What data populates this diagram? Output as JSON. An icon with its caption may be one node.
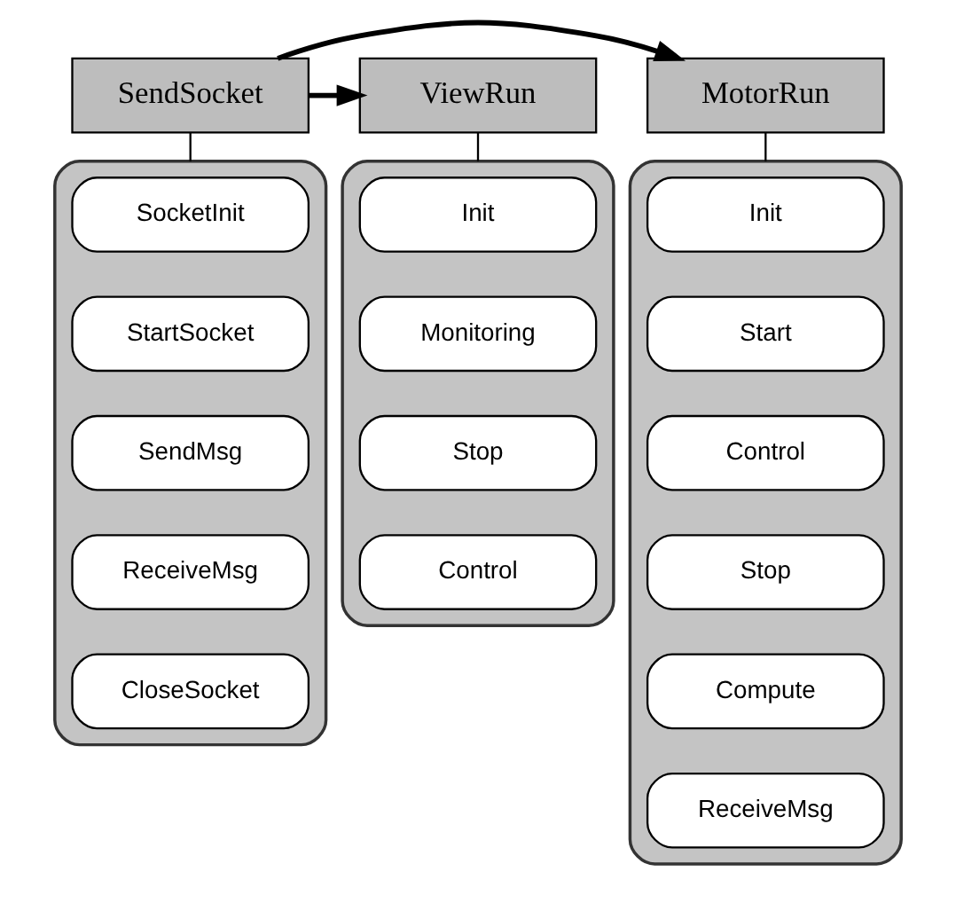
{
  "diagram": {
    "nodes": [
      {
        "text": [
          "SendSocket"
        ]
      },
      {
        "text": [
          "MotorRun"
        ]
      },
      {
        "text": [
          "ViewRun"
        ]
      },
      {
        "text": [],
        "shape": "box"
      },
      {
        "text": [
          "SocketInit"
        ],
        "in": 3
      },
      {
        "text": [
          "StartSocket"
        ],
        "in": 3
      },
      {
        "text": [
          "SendMsg"
        ],
        "in": 3
      },
      {
        "text": [
          "ReceiveMsg"
        ],
        "in": 3
      },
      {
        "text": [
          "CloseSocket"
        ],
        "in": 3
      },
      {
        "text": [],
        "shape": "box"
      },
      {
        "text": [
          "Init"
        ],
        "in": 9
      },
      {
        "text": [
          "Start"
        ],
        "in": 9
      },
      {
        "text": [
          "Control"
        ],
        "in": 9
      },
      {
        "text": [
          "Stop"
        ],
        "in": 9
      },
      {
        "text": [
          "Compute"
        ],
        "in": 9
      },
      {
        "text": [
          "ReceiveMsg"
        ],
        "in": 9
      },
      {
        "text": [],
        "shape": "box"
      },
      {
        "text": [
          "Init"
        ],
        "in": 16
      },
      {
        "text": [
          "Monitoring"
        ],
        "in": 16
      },
      {
        "text": [
          "Stop"
        ],
        "in": 16
      },
      {
        "text": [
          "Control"
        ],
        "in": 16
      }
    ],
    "edges": [
      {
        "from": 0,
        "to": 1,
        "arrow": "to",
        "style": "thick"
      },
      {
        "from": 0,
        "to": 2,
        "arrow": "to",
        "style": "thick"
      },
      {
        "from": 0,
        "to": 3,
        "arrow": "none"
      },
      {
        "from": 1,
        "to": 9,
        "arrow": "none"
      },
      {
        "from": 2,
        "to": 16,
        "arrow": "none"
      }
    ]
  }
}
